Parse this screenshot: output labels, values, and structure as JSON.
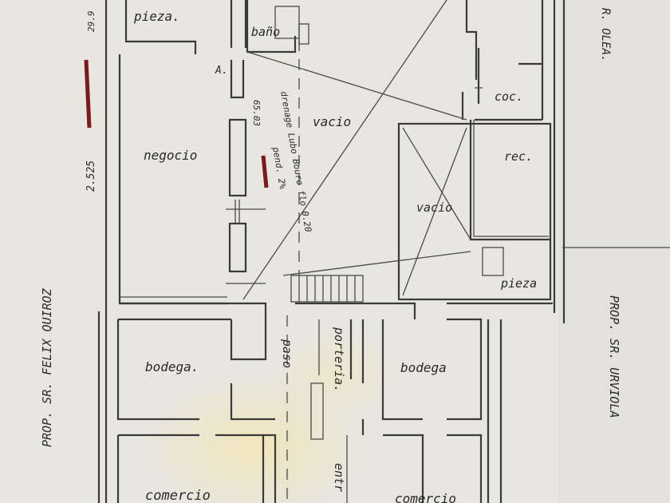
{
  "labels": {
    "pieza_top": "pieza.",
    "bano": "baño",
    "a": "A.",
    "negocio": "negocio",
    "vacio_center": "vacio",
    "drenage": "drenage Lubo Bouro flo 0.20",
    "pend": "pend. 2%",
    "coc": "coc.",
    "rec": "rec.",
    "vacio_right": "vacio",
    "pieza_right": "pieza",
    "bodega_left": "bodega.",
    "bodega_right": "bodega",
    "porteria": "porteria.",
    "paso": "paso",
    "entr": "entr",
    "comercio_left": "comercio",
    "comercio_right": "comercio",
    "prop_left": "PROP. SR. FELIX QUIROZ",
    "prop_right": "PROP. SR. URVIOLA",
    "prop_top_right": "R. OLEA.",
    "dim_top": "29.9",
    "dim_side": "65.03",
    "margin_note": "2.525"
  },
  "colors": {
    "paper": "#e7e6e0",
    "ink": "#2a2a2a",
    "scribble": "#7a1a1a"
  }
}
